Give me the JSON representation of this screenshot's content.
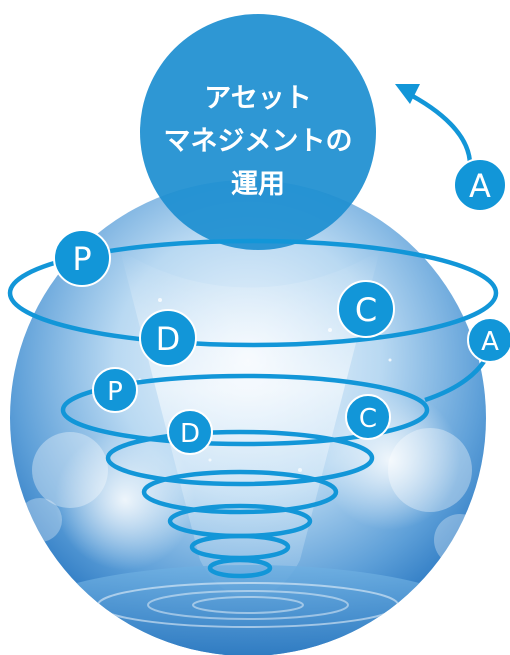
{
  "title": {
    "line1": "アセット",
    "line2": "マネジメントの",
    "line3": "運用"
  },
  "cycles": [
    {
      "p": "P",
      "d": "D",
      "c": "C",
      "a": "A"
    },
    {
      "p": "P",
      "d": "D",
      "c": "C",
      "a": "A"
    }
  ],
  "colors": {
    "accent": "#1296d8",
    "title_circle": "#1e8fd1",
    "sphere_light": "#eef6fd",
    "sphere_mid": "#8cc1e8",
    "sphere_dark": "#2f7fc4",
    "text": "#ffffff"
  }
}
